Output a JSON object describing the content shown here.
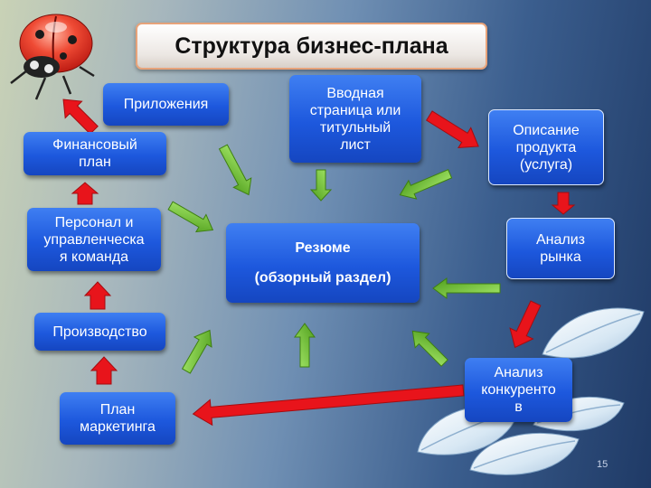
{
  "title": "Структура бизнес-плана",
  "nodes": {
    "prilozheniya": "Приложения",
    "finansovy_plan": "Финансовый\nплан",
    "personal": "Персонал и\nуправленческа\nя команда",
    "proizvodstvo": "Производство",
    "plan_marketinga": "План\nмаркетинга",
    "vvodnaya": "Вводная\nстраница или\nтитульный\nлист",
    "rezyume_line1": "Резюме",
    "rezyume_line2": "(обзорный раздел)",
    "opisanie": "Описание\nпродукта\n(услуга)",
    "analiz_rynka": "Анализ\nрынка",
    "analiz_konkurentov": "Анализ\nконкуренто\nв"
  },
  "page_number": "15",
  "colors": {
    "node_fill": "#1d58dd",
    "flow_arrow": "#e8141b",
    "link_arrow": "#6cc02c",
    "title_border": "#e7a37a"
  },
  "icons": {
    "decoration_top_left": "ladybug",
    "decoration_bottom_right": "leaves"
  }
}
